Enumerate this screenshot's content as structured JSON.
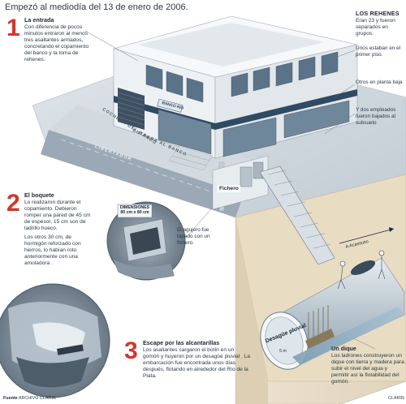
{
  "header": "Empezó al mediodía del 13 de enero de 2006.",
  "steps": [
    {
      "num": "1",
      "title": "La entrada",
      "text": "Con diferencia de pocos minutos entraron al menos tres asaltantes armados, concretando el copamiento del banco y la toma de rehenes."
    },
    {
      "num": "2",
      "title": "El boquete",
      "text1": "Lo realizaron durante el copamiento. Debieron romper una pared de 45 cm de espesor, 15 cm son de ladrillo hueco.",
      "text2": "Los otros 30 cm, de hormigón reforzado con hierros, lo habían roto anteriormente con una amoladora ."
    },
    {
      "num": "3",
      "title": "Escape por las alcantarillas",
      "text": "Los asaltantes cargaron el botín en un gomón y huyeron por un desagüe pluvial . La embarcación fue encontrada unos días después, flotando en alrededor del Río de la Plata."
    }
  ],
  "rehenes": {
    "title": "LOS REHENES",
    "text": "Eran 23 y fueron separados en grupos."
  },
  "notes": {
    "primer_piso": "Unos estaban en el primer piso.",
    "planta_baja": "Otros en planta baja",
    "subsuelo": "Y dos empleados fueron bajados al subsuelo",
    "agujero": "El agujero fue tapado con un fichero.",
    "dique_title": "Un dique",
    "dique_text": "Los ladrones construyeron un dique con tierra y madera para subir el nivel del agua y permitir así la flotabilidad del gomón."
  },
  "labels": {
    "banco_sign": "BANCO RIO",
    "cochera": "COCHERA DEL BANCO",
    "entrada": "ENTRADA AL BANCO",
    "calle": "LIBERTADOR",
    "fichero": "Fichero",
    "dimensiones_title": "DIMENSIONES",
    "dimensiones_value": "80 cm x 80 cm",
    "desague": "Desagüe pluvial",
    "diametro": "5 m",
    "direccion": "A Acassuso",
    "fuente_label": "Fuente",
    "fuente_value": "ARCHIVO CLARIN",
    "credit": "CLARIN"
  },
  "colors": {
    "accent_red": "#d0372b",
    "text_dark": "#1b2733",
    "ground": "#c9d2d9",
    "building": "#eef1f3",
    "glass": "#5a7389",
    "water": "#8fb0c4"
  }
}
